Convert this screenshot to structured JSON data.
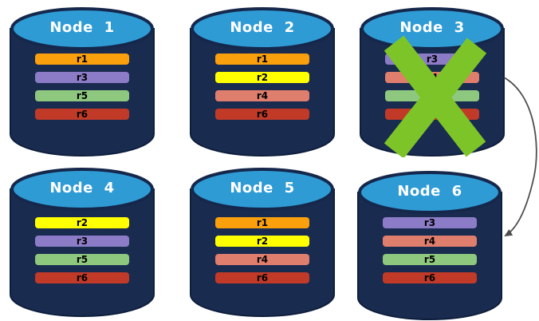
{
  "diagram": {
    "description": "Six database nodes holding colored replica partitions; Node 3 is failed (crossed out) and its replicas are recovered on Node 6",
    "colors": {
      "background": "#FFFFFF",
      "cylinder_body": "#1A2B50",
      "cylinder_top": "#2E9BD5",
      "cylinder_outline": "#0D1E3C",
      "title_text": "#FFFFFF",
      "replica_text": "#000000",
      "failure_x": "#7CC427",
      "arrow": "#4D4D4D"
    },
    "replica_colors": {
      "r1": "#F9A00C",
      "r2": "#FFFF00",
      "r3": "#8C7CC8",
      "r4": "#E07E6D",
      "r5": "#8EC87F",
      "r6": "#C13A28"
    },
    "nodes": [
      {
        "title": "Node 1",
        "failed": false,
        "replicas": [
          "r1",
          "r3",
          "r5",
          "r6"
        ]
      },
      {
        "title": "Node 2",
        "failed": false,
        "replicas": [
          "r1",
          "r2",
          "r4",
          "r6"
        ]
      },
      {
        "title": "Node 3",
        "failed": true,
        "replicas": [
          "r3",
          "r4",
          "r5",
          "r6"
        ]
      },
      {
        "title": "Node 4",
        "failed": false,
        "replicas": [
          "r2",
          "r3",
          "r5",
          "r6"
        ]
      },
      {
        "title": "Node 5",
        "failed": false,
        "replicas": [
          "r1",
          "r2",
          "r4",
          "r6"
        ]
      },
      {
        "title": "Node 6",
        "failed": false,
        "replicas": [
          "r3",
          "r4",
          "r5",
          "r6"
        ]
      }
    ]
  }
}
